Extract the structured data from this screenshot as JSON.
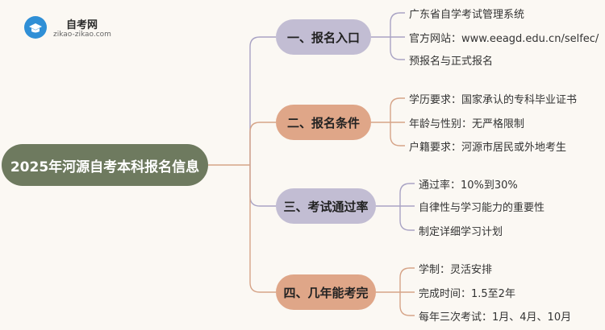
{
  "logo": {
    "name": "自考网",
    "url": "zikao-zikao.com"
  },
  "center": {
    "title": "2025年河源自考本科报名信息"
  },
  "colors": {
    "center": "#6e7a5f",
    "branch_lilac": "#c2bdd3",
    "branch_peach": "#dfa688",
    "line_lilac": "#a9a3c4",
    "line_peach": "#d6a488"
  },
  "branches": [
    {
      "label": "一、报名入口",
      "leaves": [
        "广东省自学考试管理系统",
        "官方网站：www.eeagd.edu.cn/selfec/",
        "预报名与正式报名"
      ]
    },
    {
      "label": "二、报名条件",
      "leaves": [
        "学历要求：国家承认的专科毕业证书",
        "年龄与性别：无严格限制",
        "户籍要求：河源市居民或外地考生"
      ]
    },
    {
      "label": "三、考试通过率",
      "leaves": [
        "通过率：10%到30%",
        "自律性与学习能力的重要性",
        "制定详细学习计划"
      ]
    },
    {
      "label": "四、几年能考完",
      "leaves": [
        "学制：灵活安排",
        "完成时间：1.5至2年",
        "每年三次考试：1月、4月、10月"
      ]
    }
  ]
}
